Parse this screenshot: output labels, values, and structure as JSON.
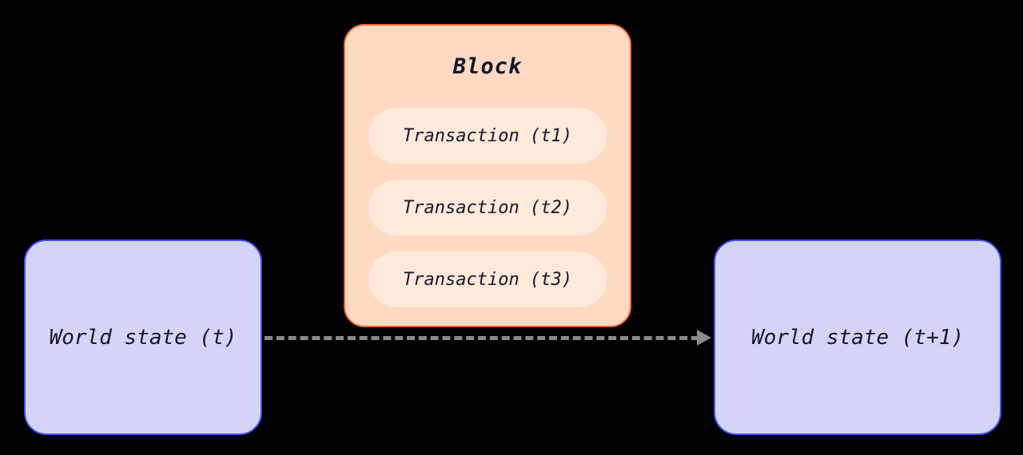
{
  "diagram": {
    "block": {
      "title": "Block",
      "transactions": [
        "Transaction (t1)",
        "Transaction (t2)",
        "Transaction (t3)"
      ]
    },
    "left_box": {
      "label": "World state (t)"
    },
    "right_box": {
      "label": "World state (t+1)"
    },
    "colors": {
      "background": "#000000",
      "block_fill": "#ffd9c2",
      "block_border": "#f2653a",
      "transaction_fill": "#ffe9db",
      "state_fill": "#d4d4f8",
      "state_border": "#4250ee",
      "arrow": "#8a8a8a",
      "text": "#16162a"
    }
  }
}
